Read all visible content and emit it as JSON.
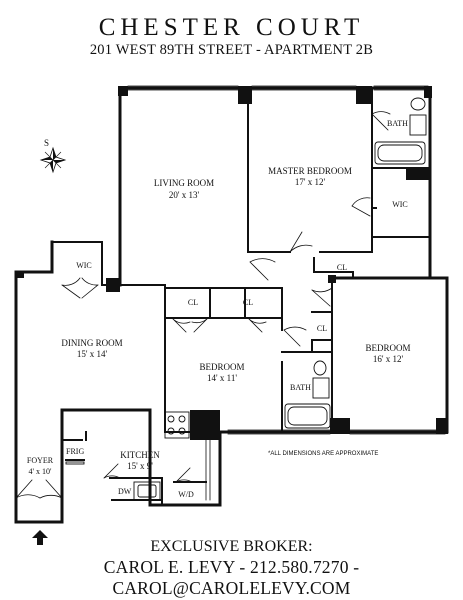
{
  "header": {
    "title": "CHESTER COURT",
    "subtitle": "201 WEST 89TH STREET - APARTMENT 2B"
  },
  "floorplan": {
    "compass": "S",
    "rooms": {
      "living_room": {
        "name": "LIVING ROOM",
        "dims": "20' x 13'"
      },
      "master_bedroom": {
        "name": "MASTER BEDROOM",
        "dims": "17' x 12'"
      },
      "bath_master": {
        "name": "BATH"
      },
      "wic_master": {
        "name": "WIC"
      },
      "wic_dining": {
        "name": "WIC"
      },
      "dining_room": {
        "name": "DINING ROOM",
        "dims": "15' x 14'"
      },
      "cl_hall": {
        "name": "CL"
      },
      "cl_a": {
        "name": "CL"
      },
      "cl_b": {
        "name": "CL"
      },
      "cl_c": {
        "name": "CL"
      },
      "bedroom_center": {
        "name": "BEDROOM",
        "dims": "14' x 11'"
      },
      "bedroom_right": {
        "name": "BEDROOM",
        "dims": "16' x 12'"
      },
      "bath_hall": {
        "name": "BATH"
      },
      "kitchen": {
        "name": "KITCHEN",
        "dims": "15' x 9'"
      },
      "foyer": {
        "name": "FOYER",
        "dims": "4' x 10'"
      },
      "frig": {
        "name": "FRIG"
      },
      "dw": {
        "name": "DW"
      },
      "wd": {
        "name": "W/D"
      }
    },
    "note": "*ALL DIMENSIONS ARE APPROXIMATE"
  },
  "footer": {
    "broker_label": "EXCLUSIVE BROKER:",
    "broker_contact": "CAROL E. LEVY - 212.580.7270 - CAROL@CAROLELEVY.COM"
  }
}
